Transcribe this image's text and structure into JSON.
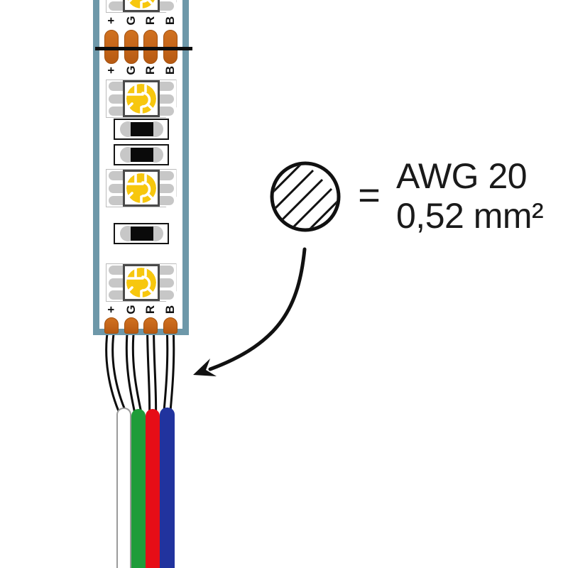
{
  "strip": {
    "pad_labels": [
      "+",
      "G",
      "R",
      "B"
    ],
    "rail_color": "#6e98a9",
    "solder_pad_color": "#c4651a",
    "led_chip_color": "#f7c70e",
    "component_pad_color": "#c7c7c7",
    "resistor_body_color": "#0a0a0a",
    "cut_line_color": "#0d0d0d"
  },
  "cable": {
    "wires": [
      {
        "name": "white",
        "hex": "#ffffff"
      },
      {
        "name": "green",
        "hex": "#1f9c3a"
      },
      {
        "name": "red",
        "hex": "#e60d17"
      },
      {
        "name": "blue",
        "hex": "#21339e"
      }
    ]
  },
  "annotation": {
    "symbol": "wire-cross-section-icon",
    "equals_sign": "=",
    "gauge": "AWG 20",
    "cross_section": "0,52 mm²"
  }
}
